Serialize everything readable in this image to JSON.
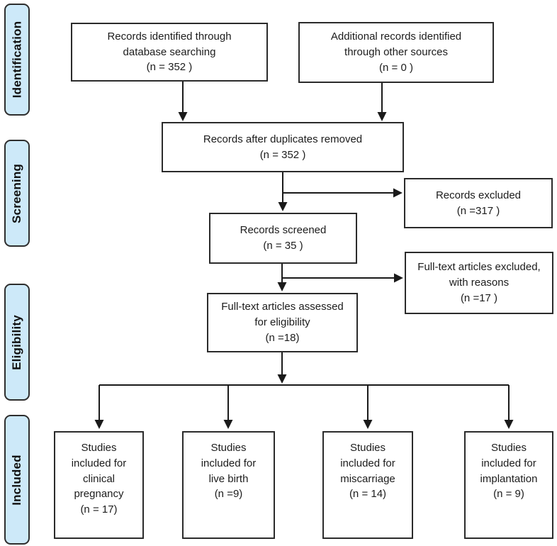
{
  "diagram": {
    "stages": [
      {
        "label": "Identification"
      },
      {
        "label": "Screening"
      },
      {
        "label": "Eligibility"
      },
      {
        "label": "Included"
      }
    ],
    "boxes": {
      "records_identified": "Records identified through\ndatabase searching\n(n = 352 )",
      "additional_records": "Additional records identified\nthrough other sources\n(n = 0 )",
      "after_duplicates": "Records after duplicates removed\n(n = 352 )",
      "records_excluded": "Records excluded\n(n =317 )",
      "records_screened": "Records screened\n(n = 35 )",
      "fulltext_excluded": "Full-text articles excluded,\nwith reasons\n(n =17 )",
      "fulltext_assessed": "Full-text articles assessed\nfor eligibility\n(n =18)",
      "included_clinical_pregnancy": "Studies\nincluded for\nclinical\npregnancy\n(n = 17)",
      "included_live_birth": "Studies\nincluded for\nlive birth\n(n =9)",
      "included_miscarriage": "Studies\nincluded for\nmiscarriage\n(n = 14)",
      "included_implantation": "Studies\nincluded for\nimplantation\n(n = 9)"
    },
    "counts": {
      "identified_database": 352,
      "identified_other_sources": 0,
      "after_duplicates_removed": 352,
      "records_excluded": 317,
      "records_screened": 35,
      "fulltext_excluded": 17,
      "fulltext_assessed": 18,
      "included_clinical_pregnancy": 17,
      "included_live_birth": 9,
      "included_miscarriage": 14,
      "included_implantation": 9
    },
    "colors": {
      "stage-fill": "#cde9f9",
      "line": "#1a1a1a",
      "box-border": "#2b2b2b"
    }
  }
}
